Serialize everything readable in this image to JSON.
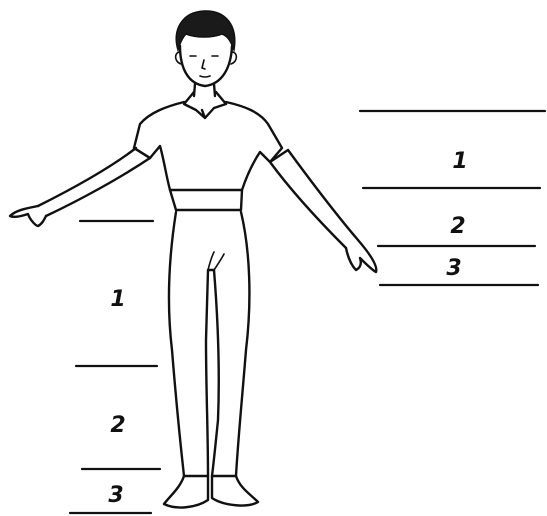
{
  "left_scale": {
    "labels": [
      "1",
      "2",
      "3"
    ]
  },
  "right_scale": {
    "labels": [
      "1",
      "2",
      "3"
    ]
  },
  "colors": {
    "ink": "#111111",
    "paper": "#ffffff"
  }
}
